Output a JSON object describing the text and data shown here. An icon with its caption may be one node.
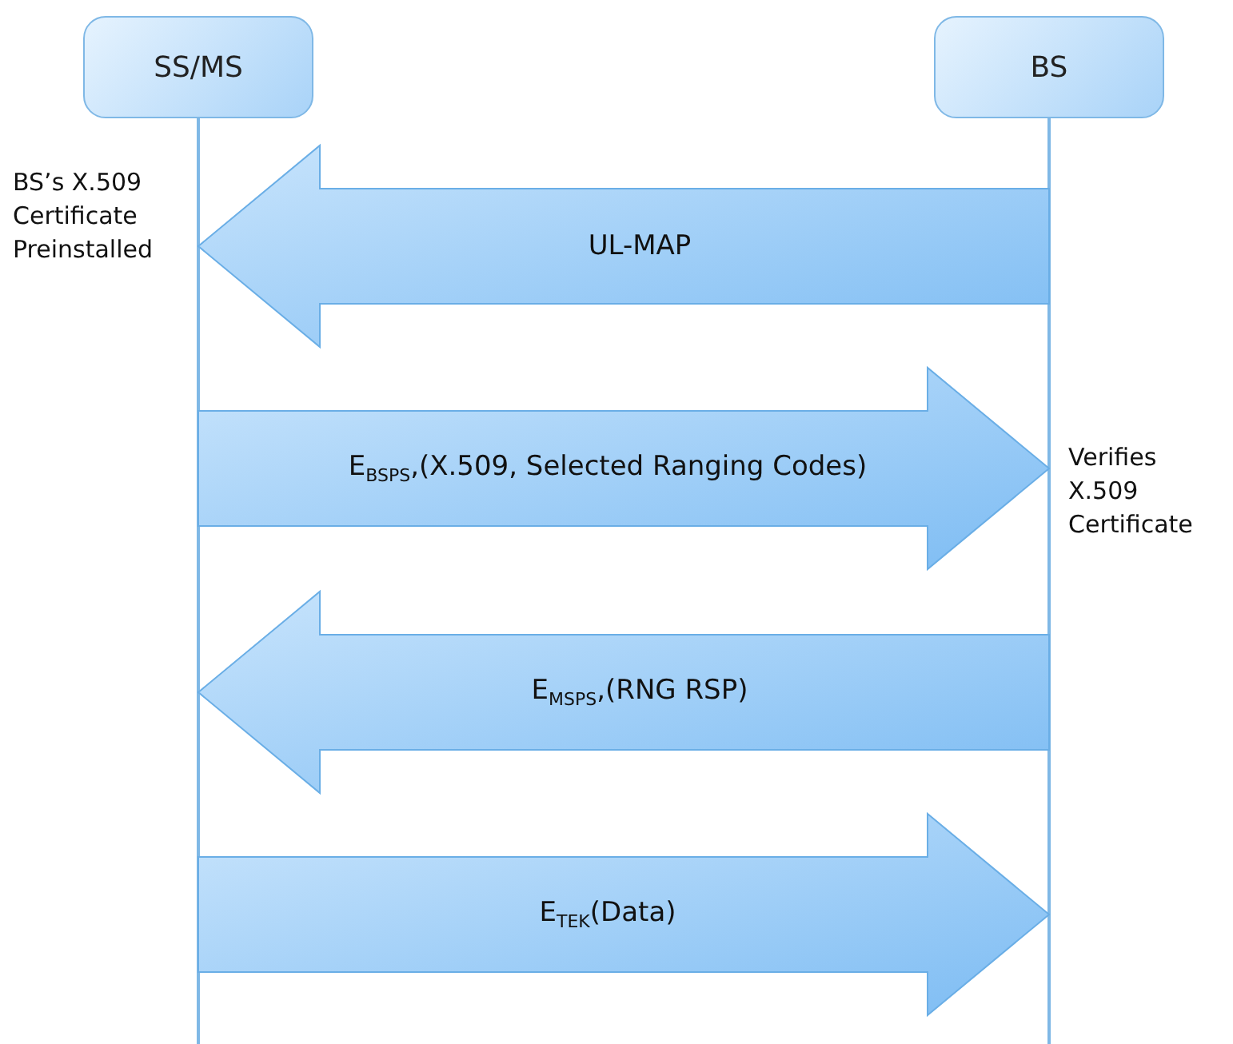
{
  "diagram": {
    "nodes": [
      {
        "text": [
          "SS/MS"
        ]
      },
      {
        "text": [
          "BS"
        ]
      }
    ],
    "edges": [
      {
        "from": 1,
        "to": 0,
        "arrow": "to",
        "label": "UL-MAP"
      },
      {
        "from": 0,
        "to": 1,
        "arrow": "to",
        "label": "E$_{BSPS}$,(X.509, Selected Ranging Codes)"
      },
      {
        "from": 1,
        "to": 0,
        "arrow": "to",
        "label": "E$_{MSPS}$,(RNG RSP)"
      },
      {
        "from": 0,
        "to": 1,
        "arrow": "to",
        "label": "E$_{TEK}$(Data)"
      }
    ],
    "labels": [
      "BS’s X.509 Certificate Preinstalled",
      "Verifies X.509 Certificate"
    ]
  }
}
